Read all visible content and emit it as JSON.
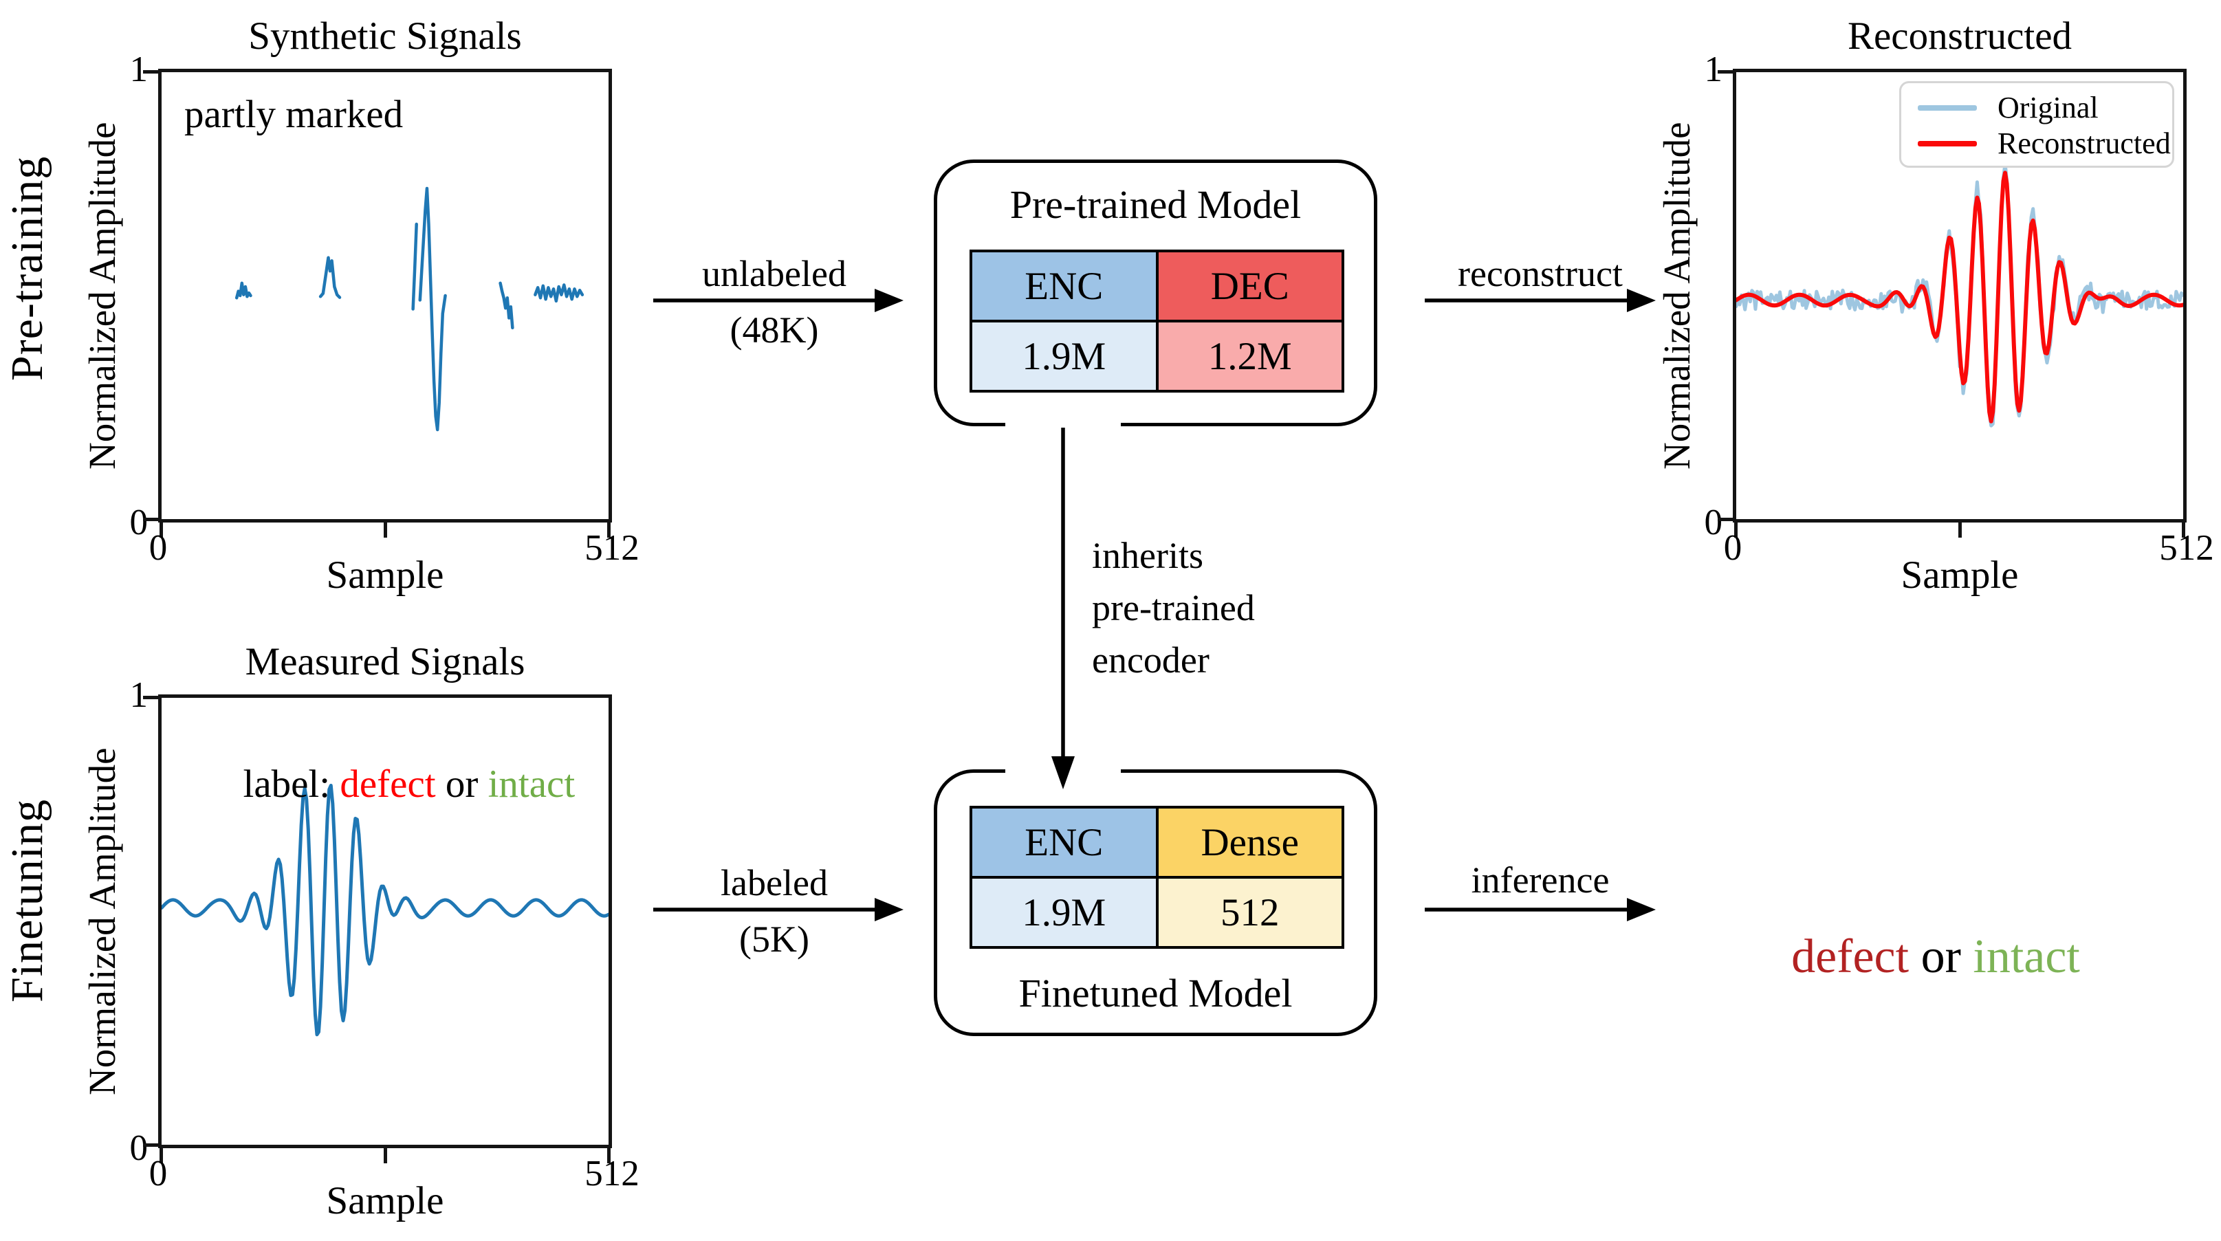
{
  "palette": {
    "signal_blue": "#1f77b4",
    "original_light_blue": "#9ec6e0",
    "reconstructed_red": "#fa0a0a",
    "defect_label_red": "#ff0000",
    "intact_label_green": "#70ad47",
    "defect_output_red": "#b22222",
    "intact_output_green": "#7db356",
    "enc_blue": "#9dc3e6",
    "enc_light_blue": "#deebf7",
    "dec_red": "#ee5c5c",
    "dec_light_red": "#f9abab",
    "dense_yellow": "#fbd365",
    "dense_light_yellow": "#fcf2cf"
  },
  "row_labels": {
    "top": "Pre-training",
    "bottom": "Finetuning"
  },
  "plots": {
    "synthetic": {
      "title": "Synthetic Signals",
      "annotation": "partly marked",
      "xlabel": "Sample",
      "ylabel": "Normalized Amplitude",
      "ytick_top": "1",
      "ytick_bottom": "0",
      "xtick_left": "0",
      "xtick_right": "512",
      "xlim": [
        0,
        512
      ],
      "ylim": [
        0,
        1
      ],
      "series": [
        {
          "name": "partly-masked-signal",
          "color": "#1f77b4",
          "width": 4.5,
          "type": "segments",
          "segments": [
            [
              [
                86,
                0.495
              ],
              [
                88,
                0.51
              ],
              [
                90,
                0.5
              ],
              [
                92,
                0.528
              ],
              [
                94,
                0.502
              ],
              [
                96,
                0.52
              ],
              [
                98,
                0.498
              ],
              [
                100,
                0.506
              ],
              [
                102,
                0.5
              ]
            ],
            [
              [
                182,
                0.498
              ],
              [
                185,
                0.505
              ],
              [
                188,
                0.545
              ],
              [
                191,
                0.585
              ],
              [
                193,
                0.555
              ],
              [
                195,
                0.578
              ],
              [
                198,
                0.52
              ],
              [
                201,
                0.502
              ],
              [
                204,
                0.496
              ]
            ],
            [
              [
                288,
                0.47
              ],
              [
                290,
                0.56
              ],
              [
                292,
                0.66
              ]
            ],
            [
              [
                296,
                0.49
              ],
              [
                299,
                0.59
              ],
              [
                302,
                0.69
              ],
              [
                304,
                0.74
              ],
              [
                306,
                0.66
              ],
              [
                308,
                0.54
              ],
              [
                310,
                0.42
              ],
              [
                312,
                0.31
              ],
              [
                314,
                0.23
              ],
              [
                316,
                0.2
              ],
              [
                318,
                0.26
              ],
              [
                320,
                0.37
              ],
              [
                322,
                0.46
              ],
              [
                325,
                0.5
              ]
            ],
            [
              [
                388,
                0.528
              ],
              [
                390,
                0.51
              ],
              [
                392,
                0.495
              ],
              [
                394,
                0.472
              ],
              [
                396,
                0.495
              ],
              [
                398,
                0.45
              ],
              [
                400,
                0.475
              ],
              [
                402,
                0.428
              ]
            ],
            [
              [
                428,
                0.502
              ],
              [
                431,
                0.518
              ],
              [
                434,
                0.495
              ],
              [
                437,
                0.522
              ],
              [
                440,
                0.492
              ],
              [
                443,
                0.518
              ],
              [
                446,
                0.498
              ],
              [
                449,
                0.515
              ],
              [
                452,
                0.488
              ],
              [
                455,
                0.52
              ],
              [
                458,
                0.502
              ],
              [
                461,
                0.524
              ],
              [
                464,
                0.498
              ],
              [
                467,
                0.515
              ],
              [
                470,
                0.492
              ],
              [
                473,
                0.515
              ],
              [
                476,
                0.498
              ],
              [
                479,
                0.512
              ],
              [
                482,
                0.502
              ]
            ]
          ]
        }
      ]
    },
    "measured": {
      "title": "Measured Signals",
      "annotation_parts": [
        {
          "text": "label: "
        },
        {
          "text": "defect",
          "style": "color:#ff0000"
        },
        {
          "text": " or "
        },
        {
          "text": "intact",
          "style": "color:#70ad47"
        }
      ],
      "xlabel": "Sample",
      "ylabel": "Normalized Amplitude",
      "ytick_top": "1",
      "ytick_bottom": "0",
      "xtick_left": "0",
      "xtick_right": "512",
      "xlim": [
        0,
        512
      ],
      "ylim": [
        0,
        1
      ],
      "series": [
        {
          "name": "measured-signal",
          "color": "#1f77b4",
          "width": 5,
          "type": "packet",
          "baseline": 0.53,
          "center": 186,
          "sigma": 38,
          "period": 30,
          "amplitude": 0.3,
          "ripple": 0.018,
          "ripple_period": 52,
          "x0": 0,
          "x1": 512,
          "step": 2
        }
      ]
    },
    "reconstructed": {
      "title": "Reconstructed",
      "xlabel": "Sample",
      "ylabel": "Normalized Amplitude",
      "ytick_top": "1",
      "ytick_bottom": "0",
      "xtick_left": "0",
      "xtick_right": "512",
      "xlim": [
        0,
        512
      ],
      "ylim": [
        0,
        1
      ],
      "legend": [
        {
          "label": "Original",
          "swatch_style": "background:#9ec6e0"
        },
        {
          "label": "Reconstructed",
          "swatch_style": "background:#fa0a0a"
        }
      ],
      "series": [
        {
          "name": "original-signal",
          "color": "#9ec6e0",
          "width": 5,
          "type": "packet",
          "baseline": 0.49,
          "center": 300,
          "sigma": 45,
          "period": 32,
          "amplitude": 0.29,
          "noise": 0.022,
          "x0": 0,
          "x1": 512,
          "step": 2
        },
        {
          "name": "reconstructed-signal",
          "color": "#fa0a0a",
          "width": 6,
          "type": "packet",
          "baseline": 0.49,
          "center": 300,
          "sigma": 45,
          "period": 32,
          "amplitude": 0.278,
          "ripple": 0.012,
          "ripple_period": 58,
          "x0": 0,
          "x1": 512,
          "step": 2
        }
      ]
    }
  },
  "models": {
    "pretrained": {
      "title": "Pre-trained Model",
      "header": [
        "ENC",
        "DEC"
      ],
      "params": [
        "1.9M",
        "1.2M"
      ]
    },
    "finetuned": {
      "title": "Finetuned Model",
      "header": [
        "ENC",
        "Dense"
      ],
      "params": [
        "1.9M",
        "512"
      ]
    }
  },
  "arrows": {
    "unlabeled": {
      "label_top": "unlabeled",
      "label_bottom": "(48K)"
    },
    "reconstruct": {
      "label": "reconstruct"
    },
    "inherits": {
      "line1": "inherits",
      "line2": "pre-trained",
      "line3": "encoder"
    },
    "labeled": {
      "label_top": "labeled",
      "label_bottom": "(5K)"
    },
    "inference": {
      "label": "inference"
    }
  },
  "output": {
    "parts": [
      {
        "text": "defect",
        "style": "color:#b22222"
      },
      {
        "text": " or ",
        "style": "color:#000000"
      },
      {
        "text": "intact",
        "style": "color:#7db356"
      }
    ]
  }
}
